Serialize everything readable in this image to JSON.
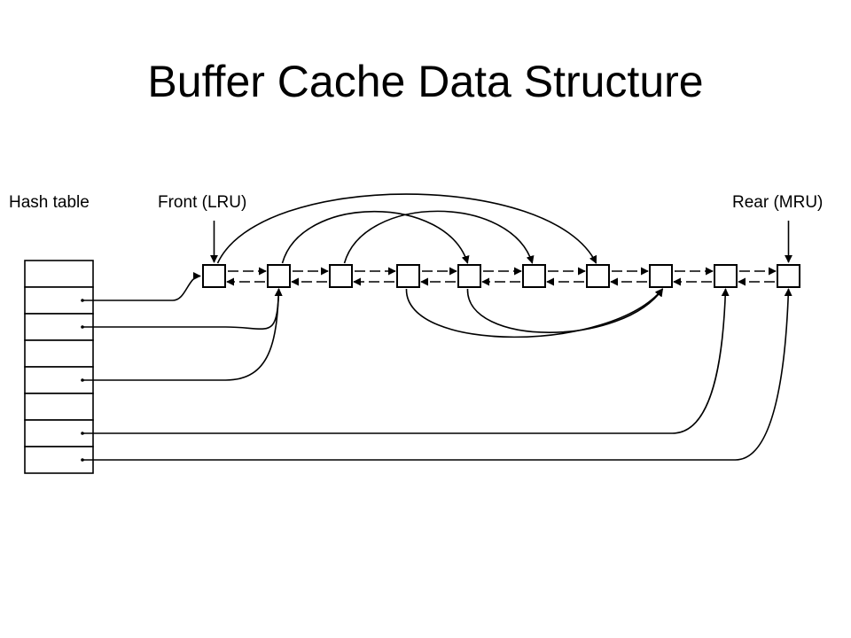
{
  "slide": {
    "title": "Buffer Cache Data Structure"
  },
  "diagram": {
    "labels": {
      "hash_table": "Hash table",
      "front": "Front (LRU)",
      "rear": "Rear (MRU)"
    },
    "hash_table_slots": 8,
    "buffer_count": 10,
    "hash_entries": [
      {
        "slot": 1,
        "target_buffer": 0
      },
      {
        "slot": 2,
        "target_buffer": 1
      },
      {
        "slot": 4,
        "target_buffer": 1
      },
      {
        "slot": 6,
        "target_buffer": 8
      },
      {
        "slot": 7,
        "target_buffer": 9
      }
    ],
    "hash_chains": [
      {
        "from_buffer": 0,
        "to_buffer": 6,
        "side": "top"
      },
      {
        "from_buffer": 1,
        "to_buffer": 4,
        "side": "top"
      },
      {
        "from_buffer": 2,
        "to_buffer": 5,
        "side": "top"
      },
      {
        "from_buffer": 3,
        "to_buffer": 7,
        "side": "bottom"
      },
      {
        "from_buffer": 4,
        "to_buffer": 7,
        "side": "bottom"
      }
    ],
    "colors": {
      "stroke": "#000000",
      "background": "#ffffff"
    }
  }
}
